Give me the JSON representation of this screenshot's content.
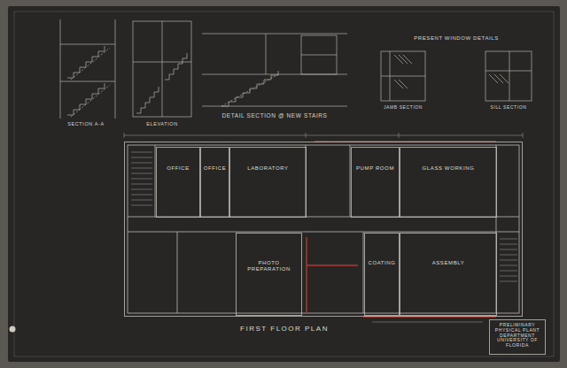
{
  "diagram": {
    "nodes": [
      {
        "text": [
          "FIRST FLOOR PLAN"
        ]
      },
      {
        "text": [
          "OFFICE"
        ],
        "in": 0
      },
      {
        "text": [
          "OFFICE"
        ],
        "in": 0
      },
      {
        "text": [
          "LABORATORY"
        ],
        "in": 0
      },
      {
        "text": [
          "PUMP ROOM"
        ],
        "in": 0
      },
      {
        "text": [
          "GLASS WORKING"
        ],
        "in": 0
      },
      {
        "text": [
          "PHOTO PREPARATION"
        ],
        "in": 0
      },
      {
        "text": [
          "COATING"
        ],
        "in": 0
      },
      {
        "text": [
          "ASSEMBLY"
        ],
        "in": 0
      },
      {
        "text": [
          "PRELIMINARY",
          "PHYSICAL PLANT DEPARTMENT",
          "UNIVERSITY OF FLORIDA"
        ]
      }
    ],
    "labels": [
      "SECTION A-A",
      "ELEVATION",
      "DETAIL SECTION @ NEW STAIRS",
      "PRESENT WINDOW DETAILS",
      "JAMB SECTION",
      "SILL SECTION"
    ]
  }
}
